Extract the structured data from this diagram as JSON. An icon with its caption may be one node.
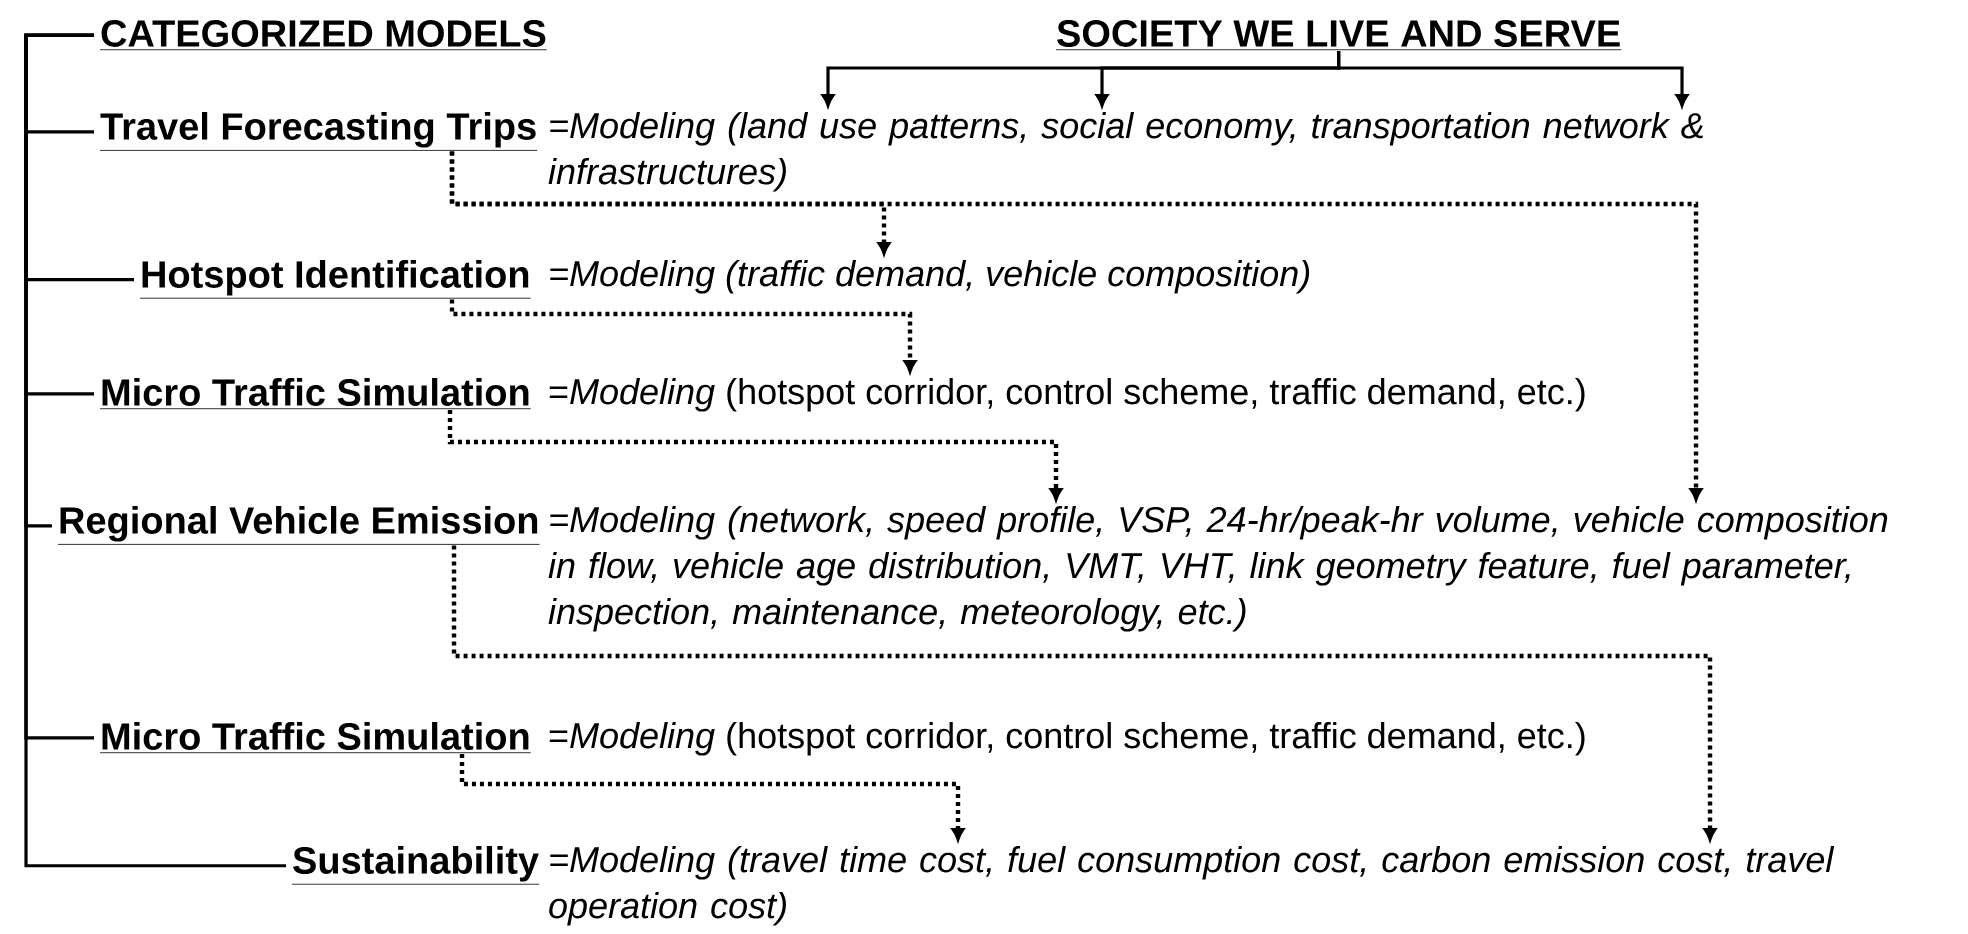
{
  "diagram": {
    "nodes": [
      {
        "text": [
          "CATEGORIZED MODELS"
        ]
      },
      {
        "text": [
          "SOCIETY WE LIVE AND SERVE"
        ]
      },
      {
        "text": [
          "Travel Forecasting Trips"
        ]
      },
      {
        "text": [
          "=Modeling (land use patterns, social economy, transportation network & infrastructures)"
        ]
      },
      {
        "text": [
          "Hotspot Identification"
        ]
      },
      {
        "text": [
          "=Modeling (traffic demand, vehicle composition)"
        ]
      },
      {
        "text": [
          "Micro Traffic Simulation"
        ]
      },
      {
        "text": [
          "=*Modeling* (hotspot corridor, control scheme, traffic demand, etc.)"
        ]
      },
      {
        "text": [
          "Regional Vehicle Emission"
        ]
      },
      {
        "text": [
          "=Modeling (network, speed profile, VSP, 24-hr/peak-hr volume, vehicle composition in flow, vehicle age distribution, VMT, VHT, link geometry feature, fuel parameter, inspection, maintenance, meteorology, etc.)"
        ]
      },
      {
        "text": [
          "Micro Traffic Simulation"
        ]
      },
      {
        "text": [
          "=*Modeling* (hotspot corridor, control scheme, traffic demand, etc.)"
        ]
      },
      {
        "text": [
          "Sustainability"
        ]
      },
      {
        "text": [
          "=Modeling (travel time cost, fuel consumption cost, carbon emission cost, travel operation cost)"
        ]
      }
    ],
    "edges": [
      {
        "from": 0,
        "to": 2,
        "arrow": "none"
      },
      {
        "from": 0,
        "to": 4,
        "arrow": "none"
      },
      {
        "from": 0,
        "to": 6,
        "arrow": "none"
      },
      {
        "from": 0,
        "to": 8,
        "arrow": "none"
      },
      {
        "from": 0,
        "to": 10,
        "arrow": "none"
      },
      {
        "from": 0,
        "to": 12,
        "arrow": "none"
      },
      {
        "from": 1,
        "to": 3,
        "arrow": "to"
      },
      {
        "from": 1,
        "to": 3,
        "arrow": "to"
      },
      {
        "from": 1,
        "to": 3,
        "arrow": "to"
      },
      {
        "from": 2,
        "to": 5,
        "arrow": "to",
        "style": "dashed"
      },
      {
        "from": 2,
        "to": 9,
        "arrow": "to",
        "style": "dashed"
      },
      {
        "from": 4,
        "to": 7,
        "arrow": "to",
        "style": "dashed"
      },
      {
        "from": 6,
        "to": 9,
        "arrow": "to",
        "style": "dashed"
      },
      {
        "from": 8,
        "to": 13,
        "arrow": "to",
        "style": "dashed"
      },
      {
        "from": 10,
        "to": 13,
        "arrow": "to",
        "style": "dashed"
      }
    ]
  }
}
